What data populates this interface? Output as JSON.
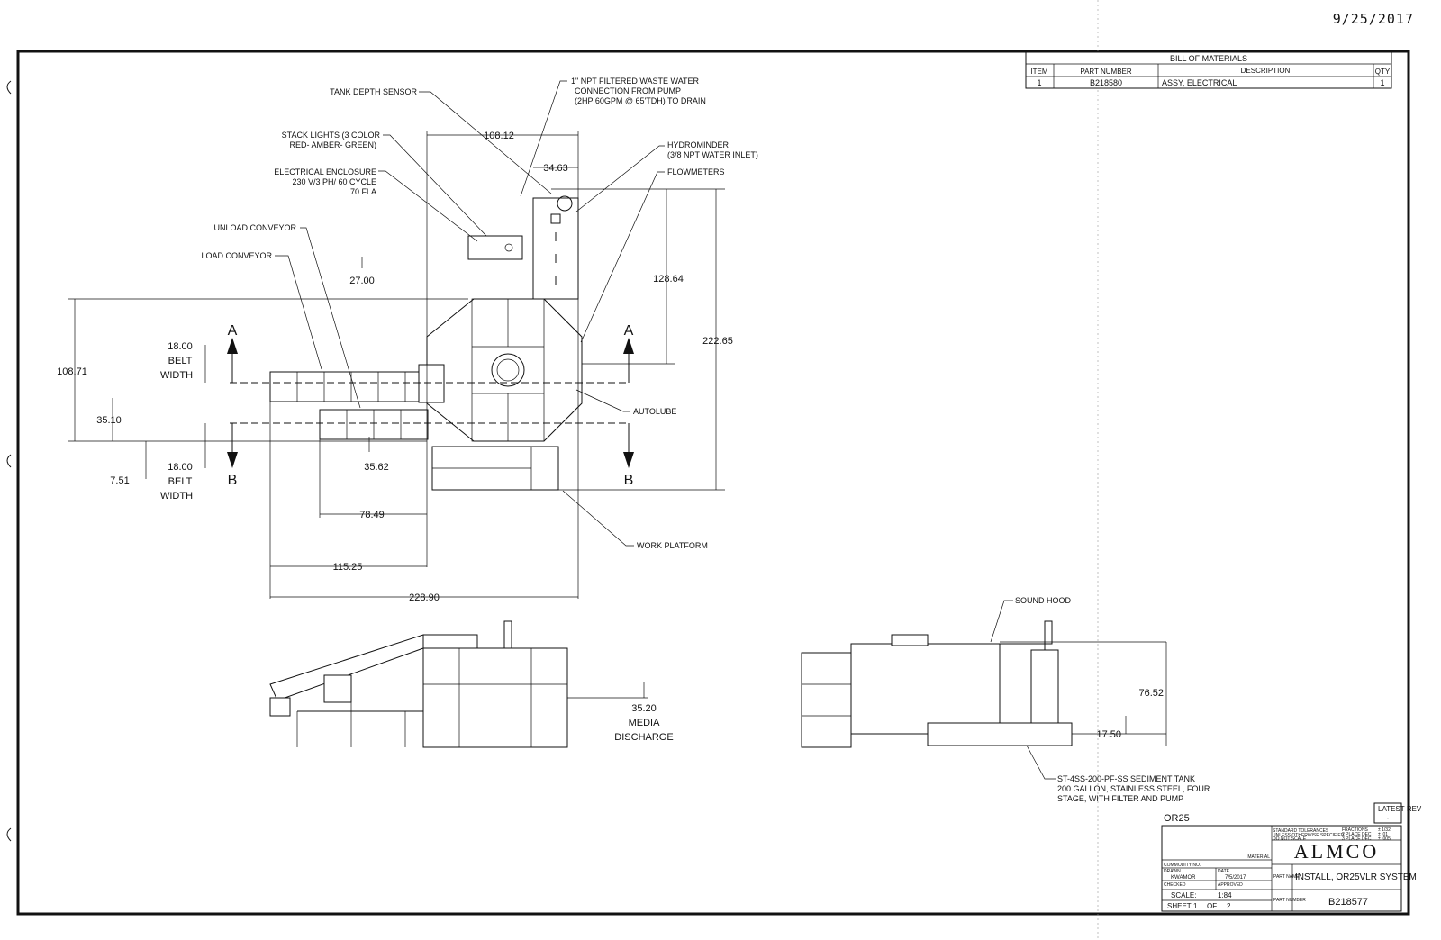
{
  "date_stamp": "9/25/2017",
  "bom": {
    "title": "BILL OF MATERIALS",
    "headers": [
      "ITEM",
      "PART NUMBER",
      "DESCRIPTION",
      "QTY"
    ],
    "rows": [
      [
        "1",
        "B218580",
        "ASSY, ELECTRICAL",
        "1"
      ]
    ]
  },
  "callouts": {
    "tank_depth_sensor": "TANK DEPTH SENSOR",
    "npt_line1": "1\" NPT FILTERED WASTE WATER",
    "npt_line2": "CONNECTION FROM PUMP",
    "npt_line3": "(2HP 60GPM @ 65'TDH) TO DRAIN",
    "stack_line1": "STACK LIGHTS (3 COLOR",
    "stack_line2": "RED- AMBER- GREEN)",
    "hydro_line1": "HYDROMINDER",
    "hydro_line2": "(3/8 NPT WATER INLET)",
    "flowmeters": "FLOWMETERS",
    "elec_line1": "ELECTRICAL ENCLOSURE",
    "elec_line2": "230 V/3 PH/ 60 CYCLE",
    "elec_line3": "70 FLA",
    "unload_conveyor": "UNLOAD CONVEYOR",
    "load_conveyor": "LOAD CONVEYOR",
    "autolube": "AUTOLUBE",
    "work_platform": "WORK PLATFORM",
    "sound_hood": "SOUND HOOD",
    "tank_line1": "ST-4SS-200-PF-SS SEDIMENT TANK",
    "tank_line2": "200 GALLON, STAINLESS STEEL, FOUR",
    "tank_line3": "STAGE, WITH FILTER AND PUMP",
    "media_line1": "MEDIA",
    "media_line2": "DISCHARGE",
    "belt_word": "BELT",
    "width_word": "WIDTH",
    "section_a": "A",
    "section_b": "B"
  },
  "dimensions": {
    "d108_12": "108.12",
    "d34_63": "34.63",
    "d27_00": "27.00",
    "d128_64": "128.64",
    "d222_65": "222.65",
    "d108_71": "108.71",
    "d18_00_top": "18.00",
    "d18_00_bot": "18.00",
    "d35_10": "35.10",
    "d7_51": "7.51",
    "d35_62": "35.62",
    "d78_49": "78.49",
    "d115_25": "115.25",
    "d228_90": "228.90",
    "d35_20": "35.20",
    "d76_52": "76.52",
    "d17_50": "17.50"
  },
  "title_block": {
    "model_tag": "OR25",
    "latest_rev_label": "LATEST REV",
    "latest_rev_value": "-",
    "company": "ALMCO",
    "title": "INSTALL, OR25VLR SYSTEM",
    "drawing_number": "B218577",
    "material_label": "MATERIAL",
    "commodity_label": "COMMODITY NO.",
    "drawn_label": "DRAWN",
    "drawn_by": "KWAMOR",
    "date_label": "DATE",
    "drawn_date": "7/5/2017",
    "checked_label": "CHECKED",
    "approved_label": "APPROVED",
    "part_name_label": "PART NAME",
    "part_number_label": "PART NUMBER",
    "scale_label": "SCALE:",
    "scale_value": "1:84",
    "sheet_label": "SHEET",
    "sheet_value": "1",
    "of_label": "OF",
    "sheet_total": "2",
    "tolerance_line1": "STANDARD TOLERANCES",
    "tolerance_line2": "UNLESS OTHERWISE SPECIFIED",
    "tolerance_line3": "DO NOT SCALE",
    "fractions_label": "FRACTIONS",
    "fractions_value": "± 1/32",
    "two_place_label": "2 PLACE DEC",
    "two_place_value": "± .01",
    "three_place_label": "3 PLACE DEC",
    "three_place_value": "± .005"
  }
}
